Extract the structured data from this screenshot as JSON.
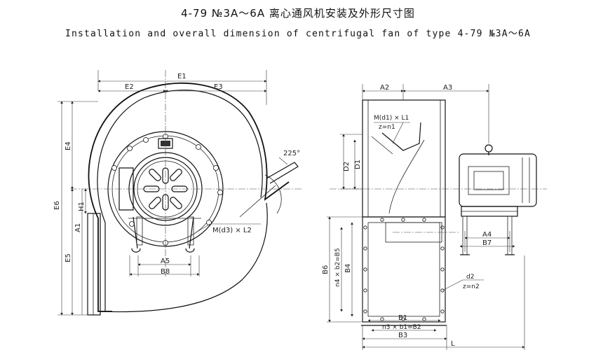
{
  "title": {
    "cn": "4-79 №3A～6A 离心通风机安装及外形尺寸图",
    "en": "Installation and overall dimension of centrifugal fan of type 4-79 №3A～6A"
  },
  "front_view_labels": {
    "E1": "E1",
    "E2": "E2",
    "E3": "E3",
    "E4": "E4",
    "E5": "E5",
    "E6": "E6",
    "H1": "H1",
    "A1": "A1",
    "A5": "A5",
    "B8": "B8",
    "angle": "225°",
    "bolt": "M(d3) × L2"
  },
  "side_view_labels": {
    "A2": "A2",
    "A3": "A3",
    "A4": "A4",
    "B7": "B7",
    "D1": "D1",
    "D2": "D2",
    "B1": "B1",
    "B2": "n3 × b1=B2",
    "B3": "B3",
    "L": "L",
    "B4": "B4",
    "B5": "n4 × b2=B5",
    "B6": "B6",
    "bolt": "M(d1) × L1",
    "z1": "z=n1",
    "d2": "d2",
    "z2": "z=n2"
  }
}
